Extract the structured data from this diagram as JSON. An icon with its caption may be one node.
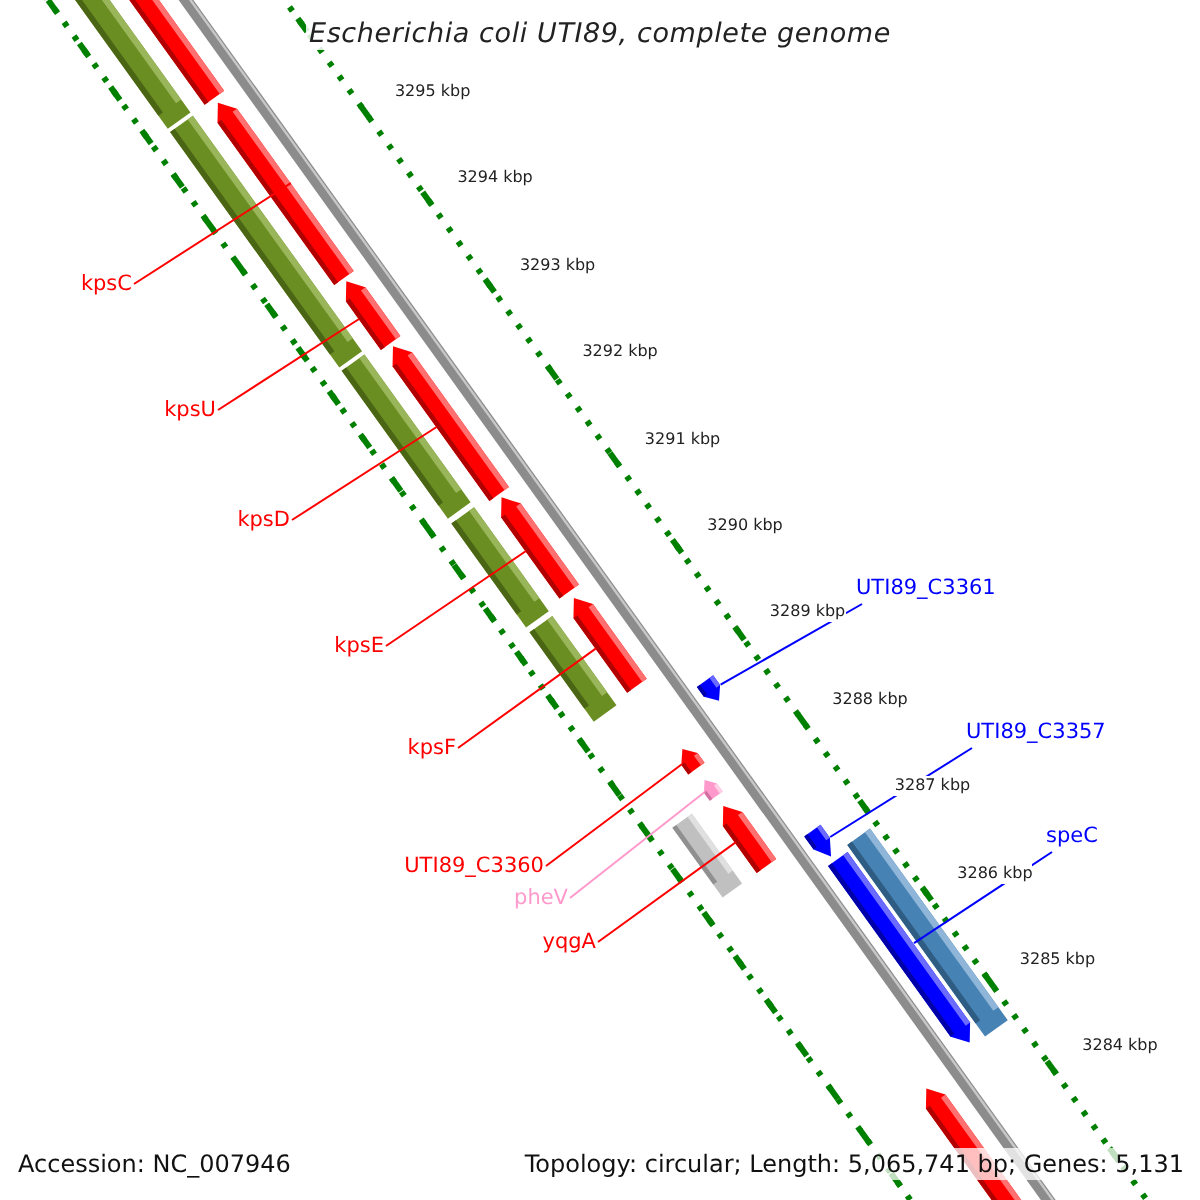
{
  "diagram": {
    "title": "Escherichia coli UTI89, complete genome",
    "nodes": [
      {
        "text": [
          "kpsC"
        ]
      },
      {
        "text": [
          "kpsU"
        ]
      },
      {
        "text": [
          "kpsD"
        ]
      },
      {
        "text": [
          "UTI89_C3361"
        ]
      },
      {
        "text": [
          "kpsE"
        ]
      },
      {
        "text": [
          "UTI89_C3357"
        ]
      },
      {
        "text": [
          "kpsF"
        ]
      },
      {
        "text": [
          "speC"
        ]
      },
      {
        "text": [
          "UTI89_C3360"
        ]
      },
      {
        "text": [
          "pheV"
        ]
      },
      {
        "text": [
          "yqgA"
        ]
      },
      {
        "text": [],
        "shape": "bar"
      },
      {
        "text": [],
        "shape": "bar"
      },
      {
        "text": [],
        "shape": "bar"
      },
      {
        "text": [],
        "shape": "bar"
      },
      {
        "text": [],
        "shape": "bar"
      },
      {
        "text": [],
        "shape": "bar"
      },
      {
        "text": [],
        "shape": "bar"
      },
      {
        "text": [],
        "shape": "bar"
      },
      {
        "text": [],
        "shape": "bar"
      },
      {
        "text": [],
        "shape": "bar"
      },
      {
        "text": [],
        "shape": "bar"
      }
    ],
    "edges": [
      {
        "from": 0,
        "to": 11,
        "arrow": "none"
      },
      {
        "from": 1,
        "to": 12,
        "arrow": "none"
      },
      {
        "from": 2,
        "to": 13,
        "arrow": "none"
      },
      {
        "from": 3,
        "to": 16,
        "arrow": "none",
        "color": "#0000ff"
      },
      {
        "from": 4,
        "to": 14,
        "arrow": "none"
      },
      {
        "from": 5,
        "to": 20,
        "arrow": "none",
        "color": "#0000ff"
      },
      {
        "from": 6,
        "to": 15,
        "arrow": "none"
      },
      {
        "from": 7,
        "to": 21,
        "arrow": "none",
        "color": "#0000ff"
      },
      {
        "from": 8,
        "to": 17,
        "arrow": "none"
      },
      {
        "from": 9,
        "to": 18,
        "arrow": "none",
        "color": "#ff99cc"
      },
      {
        "from": 10,
        "to": 19,
        "arrow": "none"
      }
    ],
    "labels": [
      "3295 kbp",
      "3294 kbp",
      "3293 kbp",
      "3292 kbp",
      "3291 kbp",
      "3290 kbp",
      "3289 kbp",
      "3288 kbp",
      "3287 kbp",
      "3286 kbp",
      "3285 kbp",
      "3284 kbp",
      "Accession: NC_007946",
      "Topology: circular; Length: 5,065,741 bp; Genes: 5,131"
    ]
  }
}
